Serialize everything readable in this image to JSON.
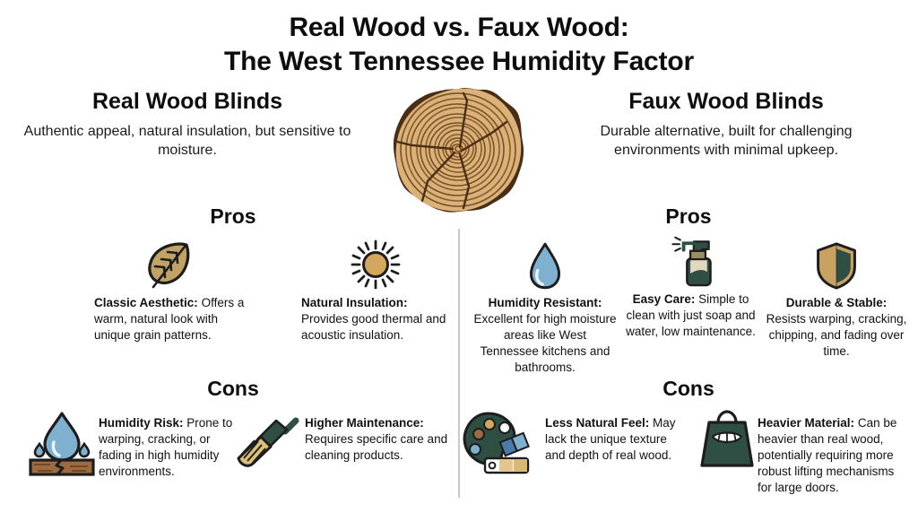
{
  "title": {
    "line1": "Real Wood vs. Faux Wood:",
    "line2": "The West Tennessee Humidity Factor"
  },
  "center_icon": {
    "name": "tree-rings-icon"
  },
  "columns": {
    "left": {
      "heading": "Real Wood Blinds",
      "subheading": "Authentic appeal, natural insulation, but sensitive to moisture.",
      "pros_label": "Pros",
      "cons_label": "Cons",
      "pros": [
        {
          "icon": "leaf-icon",
          "label": "Classic Aesthetic:",
          "text": " Offers a warm, natural look with unique grain patterns."
        },
        {
          "icon": "sun-icon",
          "label": "Natural Insulation:",
          "text": " Provides good thermal and acoustic insulation."
        }
      ],
      "cons": [
        {
          "icon": "water-damaged-wood-icon",
          "label": "Humidity Risk:",
          "text": " Prone to warping, cracking, or fading in high humidity environments."
        },
        {
          "icon": "broom-icon",
          "label": "Higher Maintenance:",
          "text": " Requires specific care and cleaning products."
        }
      ]
    },
    "right": {
      "heading": "Faux Wood Blinds",
      "subheading": "Durable alternative, built for challenging environments with minimal upkeep.",
      "pros_label": "Pros",
      "cons_label": "Cons",
      "pros": [
        {
          "icon": "water-drop-icon",
          "label": "Humidity Resistant:",
          "text": " Excellent for high moisture areas like West Tennessee kitchens and bathrooms."
        },
        {
          "icon": "spray-bottle-icon",
          "label": "Easy Care:",
          "text": " Simple to clean with just soap and water, low maintenance."
        },
        {
          "icon": "shield-icon",
          "label": "Durable & Stable:",
          "text": " Resists warping, cracking, chipping, and fading over time."
        }
      ],
      "cons": [
        {
          "icon": "color-palette-icon",
          "label": "Less Natural Feel:",
          "text": " May lack the unique texture and depth of real wood."
        },
        {
          "icon": "heavy-weight-icon",
          "label": "Heavier Material:",
          "text": " Can be heavier than real wood, potentially requiring more robust lifting mechanisms for large doors."
        }
      ]
    }
  },
  "colors": {
    "background": "#ffffff",
    "text": "#111111",
    "divider": "#c9c9c9",
    "wood_tan": "#c9a063",
    "wood_dark": "#5a3a1e",
    "bark": "#4a2d15",
    "leaf_tan": "#c2a367",
    "water_blue": "#6fa8cc",
    "green_dark": "#2f4f44",
    "shield_tan": "#c9a263",
    "broom_bristle": "#dcc077"
  }
}
